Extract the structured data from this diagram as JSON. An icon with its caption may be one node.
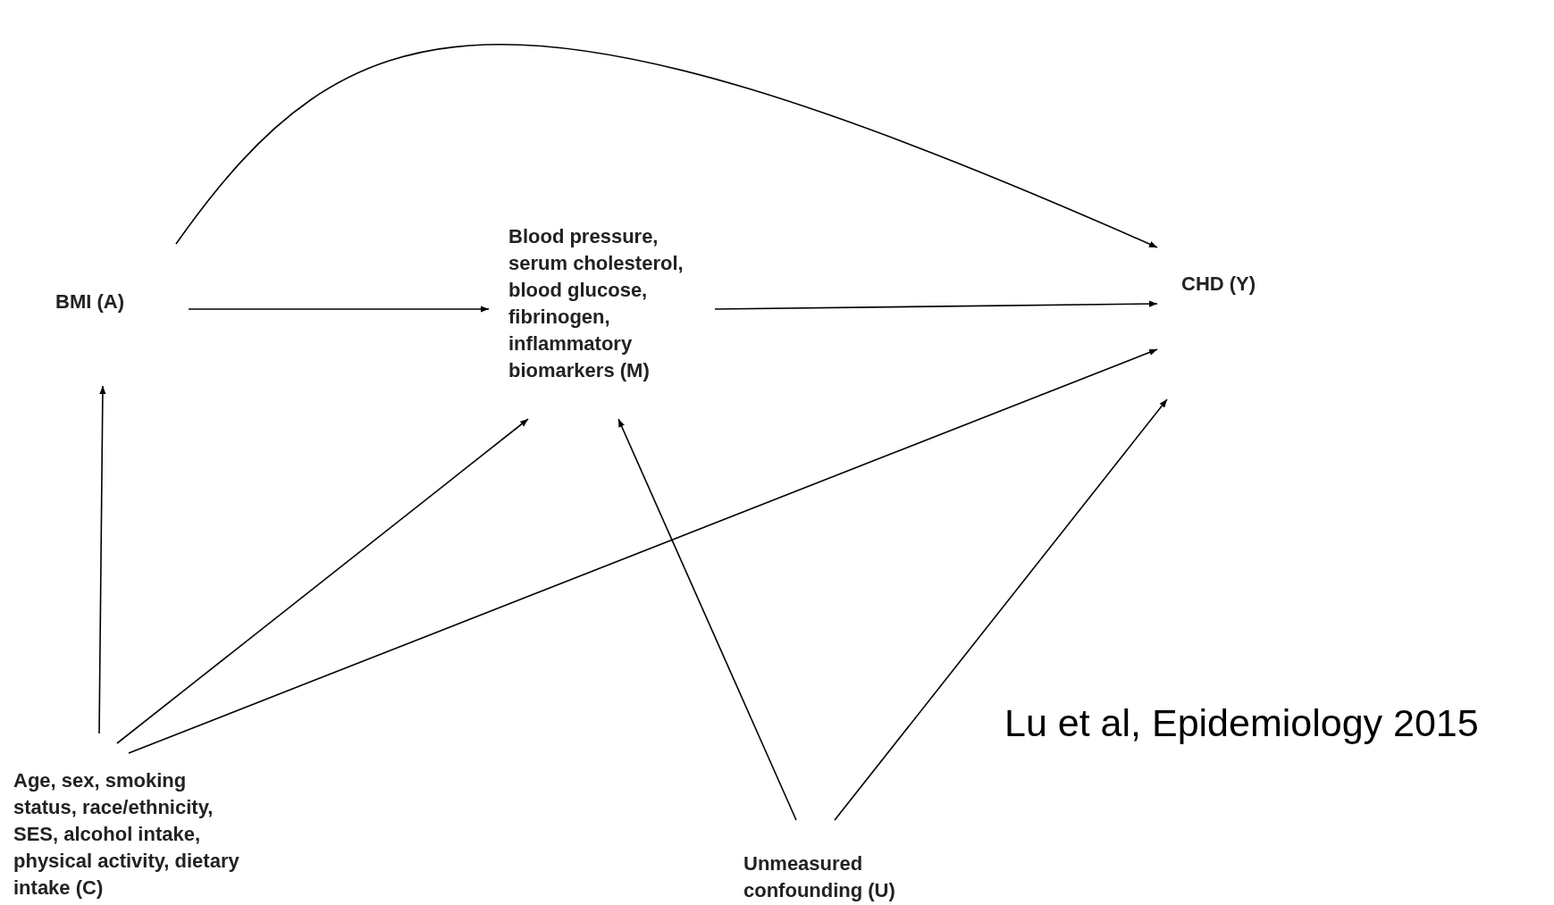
{
  "diagram": {
    "nodes": [
      {
        "text": [
          "BMI (A)"
        ]
      },
      {
        "text": [
          "Blood pressure, serum cholesterol, blood glucose, fibrinogen, inflammatory biomarkers (M)"
        ]
      },
      {
        "text": [
          "CHD (Y)"
        ]
      },
      {
        "text": [
          "Age, sex, smoking status, race/ethnicity, SES, alcohol intake, physical activity, dietary intake (C)"
        ]
      },
      {
        "text": [
          "Unmeasured confounding (U)"
        ]
      }
    ],
    "edges": [
      {
        "from": 0,
        "to": 2,
        "arrow": "to"
      },
      {
        "from": 0,
        "to": 1,
        "arrow": "to"
      },
      {
        "from": 1,
        "to": 2,
        "arrow": "to"
      },
      {
        "from": 3,
        "to": 0,
        "arrow": "to"
      },
      {
        "from": 3,
        "to": 1,
        "arrow": "to"
      },
      {
        "from": 3,
        "to": 2,
        "arrow": "to"
      },
      {
        "from": 4,
        "to": 1,
        "arrow": "to"
      },
      {
        "from": 4,
        "to": 2,
        "arrow": "to"
      }
    ],
    "labels": [
      "Lu et al, Epidemiology 2015"
    ]
  }
}
